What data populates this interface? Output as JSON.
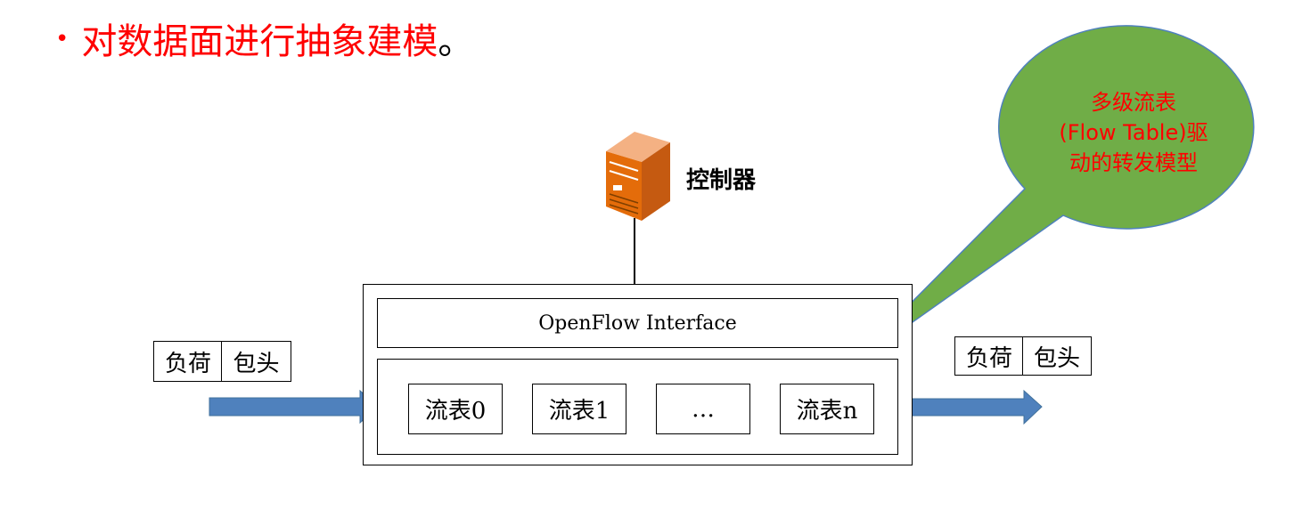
{
  "title": {
    "bullet": "•",
    "text": "对数据面进行抽象建模",
    "period": "。"
  },
  "controller": {
    "label": "控制器",
    "icon": "server-icon"
  },
  "switch": {
    "interface_label": "OpenFlow Interface",
    "flow_tables": [
      "流表0",
      "流表1",
      "…",
      "流表n"
    ]
  },
  "packet_in": {
    "payload": "负荷",
    "header": "包头"
  },
  "packet_out": {
    "payload": "负荷",
    "header": "包头"
  },
  "callout": {
    "line1": "多级流表",
    "line2": "(Flow Table)驱",
    "line3": "动的转发模型"
  },
  "colors": {
    "title": "#ff0000",
    "arrow": "#4f81bd",
    "bubble_fill": "#70ad47",
    "bubble_stroke": "#4f81bd",
    "bubble_text": "#ff0000",
    "server": "#e46c0a"
  }
}
